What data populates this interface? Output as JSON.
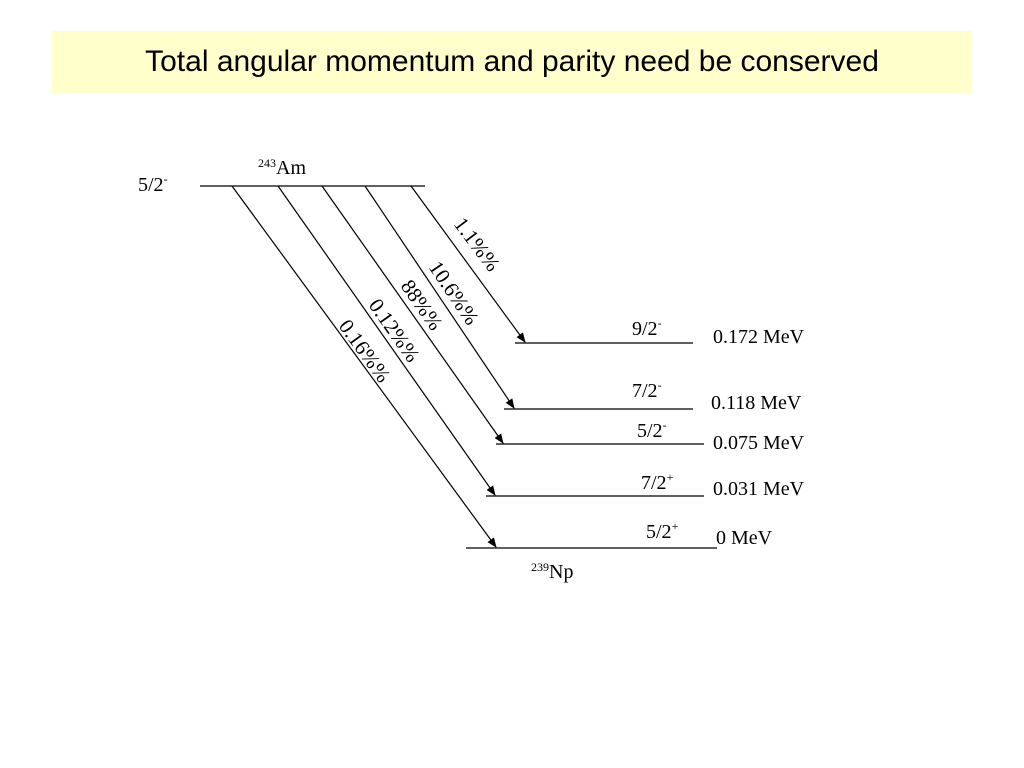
{
  "title": "Total angular momentum and parity need be conserved",
  "parent": {
    "mass": "243",
    "element": "Am",
    "spin": "5/2",
    "parity": "-"
  },
  "daughter": {
    "mass": "239",
    "element": "Np"
  },
  "levels": [
    {
      "spin": "9/2",
      "parity": "-",
      "energy": "0.172 MeV"
    },
    {
      "spin": "7/2",
      "parity": "-",
      "energy": "0.118 MeV"
    },
    {
      "spin": "5/2",
      "parity": "-",
      "energy": "0.075 MeV"
    },
    {
      "spin": "7/2",
      "parity": "+",
      "energy": "0.031 MeV"
    },
    {
      "spin": "5/2",
      "parity": "+",
      "energy": "0 MeV"
    }
  ],
  "branches": [
    "1.1%%",
    "10.6%%",
    "88%%",
    "0.12%%",
    "0.16%%"
  ],
  "colors": {
    "title_background": "#ffffcc",
    "ink": "#000000"
  }
}
